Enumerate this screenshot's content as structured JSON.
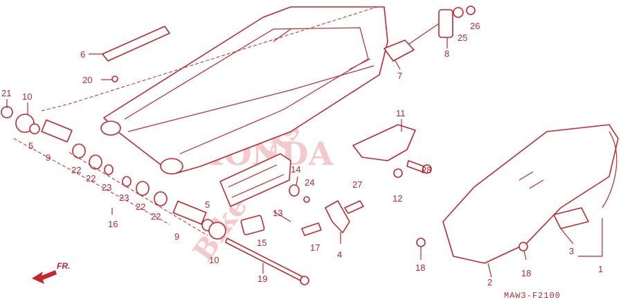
{
  "watermark": {
    "text": "HONDA",
    "diagonal": "Bike-Parts"
  },
  "diagram_code": "MAW3-F2100",
  "direction_label": "FR.",
  "callouts": [
    {
      "id": "c1",
      "text": "1"
    },
    {
      "id": "c2",
      "text": "2"
    },
    {
      "id": "c3",
      "text": "3"
    },
    {
      "id": "c4",
      "text": "4"
    },
    {
      "id": "c5a",
      "text": "5"
    },
    {
      "id": "c5b",
      "text": "5"
    },
    {
      "id": "c6",
      "text": "6"
    },
    {
      "id": "c7",
      "text": "7"
    },
    {
      "id": "c8",
      "text": "8"
    },
    {
      "id": "c9a",
      "text": "9"
    },
    {
      "id": "c9b",
      "text": "9"
    },
    {
      "id": "c10a",
      "text": "10"
    },
    {
      "id": "c10b",
      "text": "10"
    },
    {
      "id": "c11",
      "text": "11"
    },
    {
      "id": "c12",
      "text": "12"
    },
    {
      "id": "c13",
      "text": "13"
    },
    {
      "id": "c14",
      "text": "14"
    },
    {
      "id": "c15",
      "text": "15"
    },
    {
      "id": "c16",
      "text": "16"
    },
    {
      "id": "c17",
      "text": "17"
    },
    {
      "id": "c18a",
      "text": "18"
    },
    {
      "id": "c18b",
      "text": "18"
    },
    {
      "id": "c19",
      "text": "19"
    },
    {
      "id": "c20",
      "text": "20"
    },
    {
      "id": "c21",
      "text": "21"
    },
    {
      "id": "c22a",
      "text": "22"
    },
    {
      "id": "c22b",
      "text": "22"
    },
    {
      "id": "c22c",
      "text": "22"
    },
    {
      "id": "c22d",
      "text": "22"
    },
    {
      "id": "c23a",
      "text": "23"
    },
    {
      "id": "c23b",
      "text": "23"
    },
    {
      "id": "c24",
      "text": "24"
    },
    {
      "id": "c25",
      "text": "25"
    },
    {
      "id": "c26",
      "text": "26"
    },
    {
      "id": "c27",
      "text": "27"
    },
    {
      "id": "c28",
      "text": "28"
    }
  ],
  "colors": {
    "line": "#c9252d",
    "watermark": "#f3c9cb",
    "background": "#ffffff"
  }
}
